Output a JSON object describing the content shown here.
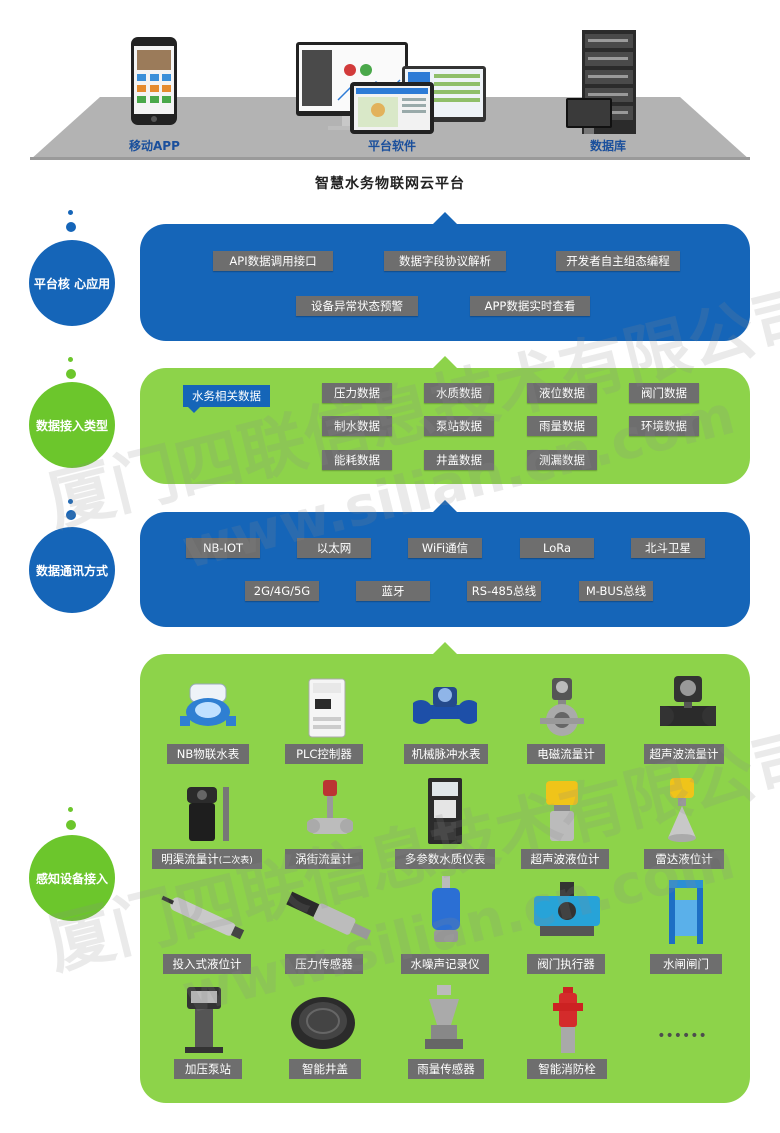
{
  "platform": {
    "labels": {
      "app": "移动APP",
      "software": "平台软件",
      "database": "数据库"
    },
    "title": "智慧水务物联网云平台"
  },
  "sections": {
    "core": {
      "label": "平台核 心应用",
      "items": [
        "API数据调用接口",
        "数据字段协议解析",
        "开发者自主组态编程",
        "设备异常状态预警",
        "APP数据实时查看"
      ]
    },
    "data": {
      "label": "数据接入类型",
      "tag": "水务相关数据",
      "items": [
        "压力数据",
        "水质数据",
        "液位数据",
        "阀门数据",
        "制水数据",
        "泵站数据",
        "雨量数据",
        "环境数据",
        "能耗数据",
        "井盖数据",
        "测漏数据"
      ]
    },
    "comm": {
      "label": "数据通讯方式",
      "items": [
        "NB-IOT",
        "以太网",
        "WiFi通信",
        "LoRa",
        "北斗卫星",
        "2G/4G/5G",
        "蓝牙",
        "RS-485总线",
        "M-BUS总线"
      ]
    },
    "sensing": {
      "label": "感知设备接入",
      "devices": [
        "NB物联水表",
        "PLC控制器",
        "机械脉冲水表",
        "电磁流量计",
        "超声波流量计",
        "明渠流量计",
        "涡街流量计",
        "多参数水质仪表",
        "超声波液位计",
        "雷达液位计",
        "投入式液位计",
        "压力传感器",
        "水噪声记录仪",
        "阀门执行器",
        "水闸闸门",
        "加压泵站",
        "智能井盖",
        "雨量传感器",
        "智能消防栓"
      ],
      "device_suffix": "(二次表)",
      "more": "••••••"
    }
  },
  "watermark": {
    "company": "厦门四联信息技术有限公司",
    "url": "www.silian.cn.com"
  },
  "colors": {
    "blue": "#1565b8",
    "green": "#8dd34a",
    "chip": "#6e6e6e"
  }
}
